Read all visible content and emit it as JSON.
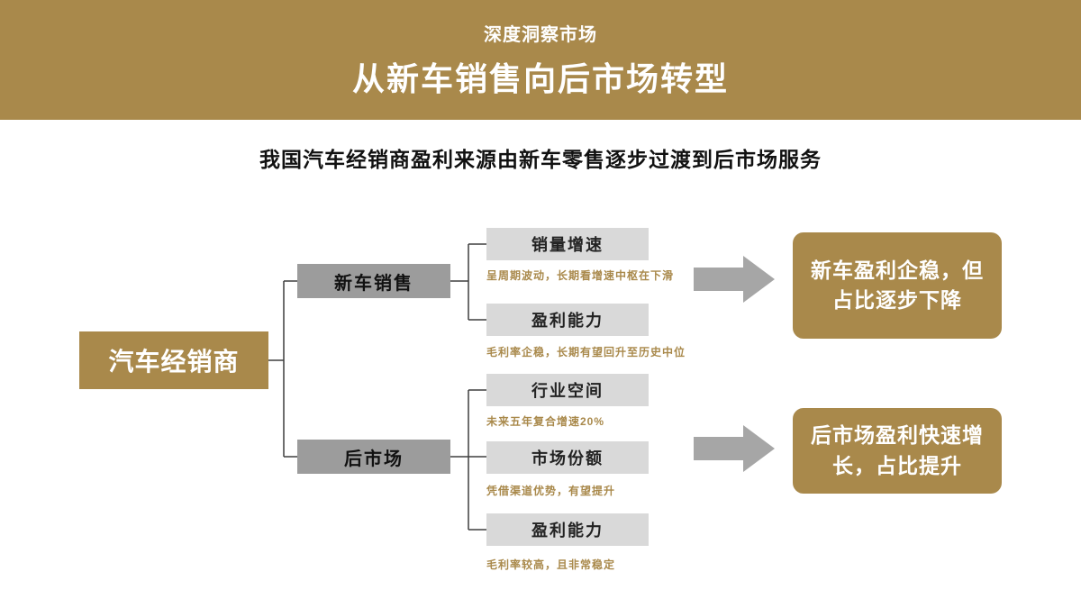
{
  "banner": {
    "subtitle": "深度洞察市场",
    "title": "从新车销售向后市场转型"
  },
  "heading": "我国汽车经销商盈利来源由新车零售逐步过渡到后市场服务",
  "diagram": {
    "root": "汽车经销商",
    "branches": [
      {
        "label": "新车销售",
        "children": [
          {
            "label": "销量增速",
            "note": "呈周期波动，长期看增速中枢在下滑"
          },
          {
            "label": "盈利能力",
            "note": "毛利率企稳，长期有望回升至历史中位"
          }
        ],
        "conclusion": "新车盈利企稳，但占比逐步下降"
      },
      {
        "label": "后市场",
        "children": [
          {
            "label": "行业空间",
            "note": "未来五年复合增速20%"
          },
          {
            "label": "市场份额",
            "note": "凭借渠道优势，有望提升"
          },
          {
            "label": "盈利能力",
            "note": "毛利率较高，且非常稳定"
          }
        ],
        "conclusion": "后市场盈利快速增长，占比提升"
      }
    ]
  },
  "colors": {
    "gold": "#a9894b",
    "branch_gray": "#9c9c9c",
    "child_gray": "#d9d9d9",
    "arrow_gray": "#a6a6a6",
    "line_dark": "#3f3f3f"
  }
}
